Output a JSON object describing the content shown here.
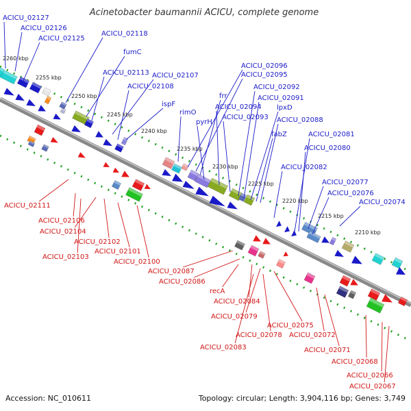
{
  "title": "Acinetobacter baumannii ACICU, complete genome",
  "accession": "Accession: NC_010611",
  "summary": "Topology: circular; Length: 3,904,116 bp; Genes: 3,749",
  "ticks": [
    "2260 kbp",
    "2255 kbp",
    "2250 kbp",
    "2245 kbp",
    "2240 kbp",
    "2235 kbp",
    "2230 kbp",
    "2225 kbp",
    "2220 kbp",
    "2215 kbp",
    "2210 kbp"
  ],
  "forward_genes": [
    "ACICU_02127",
    "ACICU_02126",
    "ACICU_02125",
    "ACICU_02118",
    "fumC",
    "ACICU_02113",
    "ACICU_02107",
    "ACICU_02108",
    "ispF",
    "rimO",
    "ACICU_02096",
    "ACICU_02095",
    "frr",
    "pyrH",
    "ACICU_02094",
    "ACICU_02093",
    "ACICU_02092",
    "ACICU_02091",
    "lpxD",
    "ACICU_02088",
    "fabZ",
    "ACICU_02081",
    "ACICU_02080",
    "ACICU_02082",
    "ACICU_02077",
    "ACICU_02076",
    "ACICU_02074"
  ],
  "reverse_genes": [
    "ACICU_02111",
    "ACICU_02106",
    "ACICU_02104",
    "ACICU_02102",
    "ACICU_02103",
    "ACICU_02101",
    "ACICU_02100",
    "ACICU_02087",
    "ACICU_02086",
    "recA",
    "ACICU_02084",
    "ACICU_02079",
    "ACICU_02078",
    "ACICU_02083",
    "ACICU_02075",
    "ACICU_02072",
    "ACICU_02071",
    "ACICU_02068",
    "ACICU_02066",
    "ACICU_02067"
  ],
  "colors": {
    "forward": "#1a1ac8",
    "reverse": "#d01515",
    "backbone": "#777777",
    "tick": "#22a022"
  }
}
